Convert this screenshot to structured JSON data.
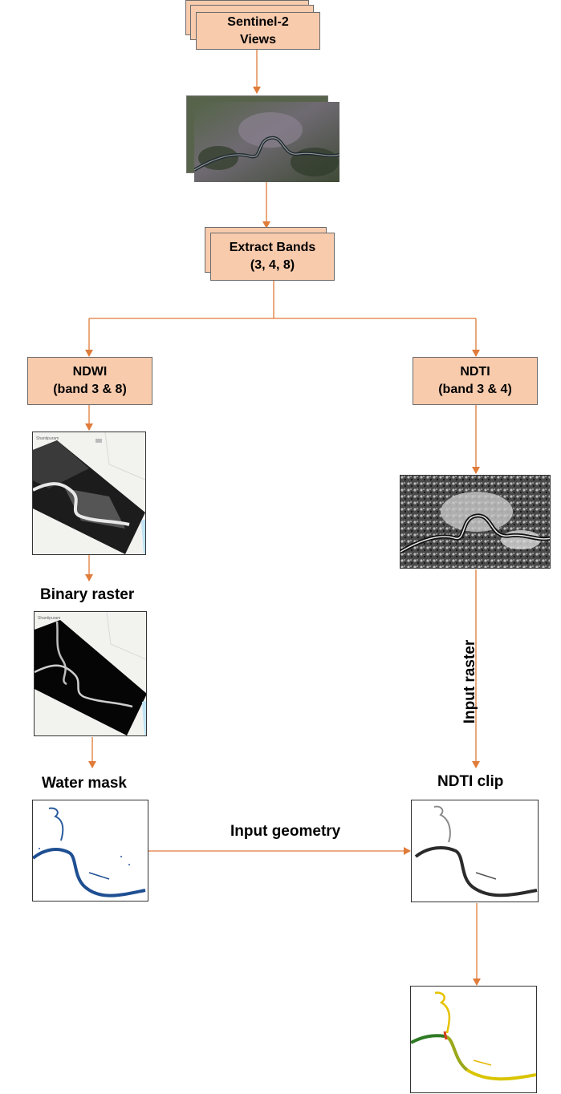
{
  "colors": {
    "box_fill": "#f8cbad",
    "arrow": "#e07b39"
  },
  "nodes": {
    "sentinel": {
      "line1": "Sentinel-2",
      "line2": "Views"
    },
    "extract": {
      "line1": "Extract Bands",
      "line2": "(3, 4, 8)"
    },
    "ndwi": {
      "line1": "NDWI",
      "line2": "(band 3 & 8)"
    },
    "ndti": {
      "line1": "NDTI",
      "line2": "(band 3 & 4)"
    }
  },
  "labels": {
    "binary_raster": "Binary raster",
    "water_mask": "Water mask",
    "ndti_clip": "NDTI clip",
    "input_raster": "Input raster",
    "input_geometry": "Input geometry"
  },
  "map_text": {
    "place": "Shantipuram"
  }
}
